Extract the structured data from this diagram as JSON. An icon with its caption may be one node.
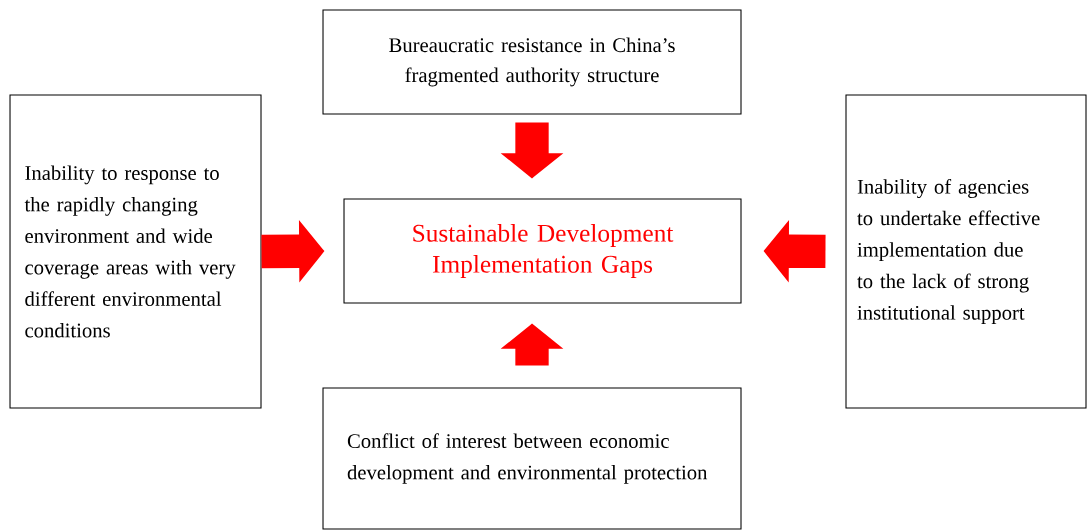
{
  "diagram": {
    "nodes": [
      {
        "text": [
          "Bureaucratic resistance in China’s fragmented authority structure"
        ]
      },
      {
        "text": [
          "Inability to response to the rapidly changing environment and wide coverage areas with very different environmental conditions"
        ]
      },
      {
        "text": [
          "Sustainable Development Implementation Gaps"
        ]
      },
      {
        "text": [
          "Inability of agencies to undertake effective implementation due to the lack of strong institutional support"
        ]
      },
      {
        "text": [
          "Conflict of interest between economic development and environmental protection"
        ]
      }
    ],
    "edges": [
      {
        "from": 0,
        "to": 2,
        "arrow": "to"
      },
      {
        "from": 1,
        "to": 2,
        "arrow": "to"
      },
      {
        "from": 3,
        "to": 2,
        "arrow": "to"
      },
      {
        "from": 4,
        "to": 2,
        "arrow": "to"
      }
    ]
  }
}
